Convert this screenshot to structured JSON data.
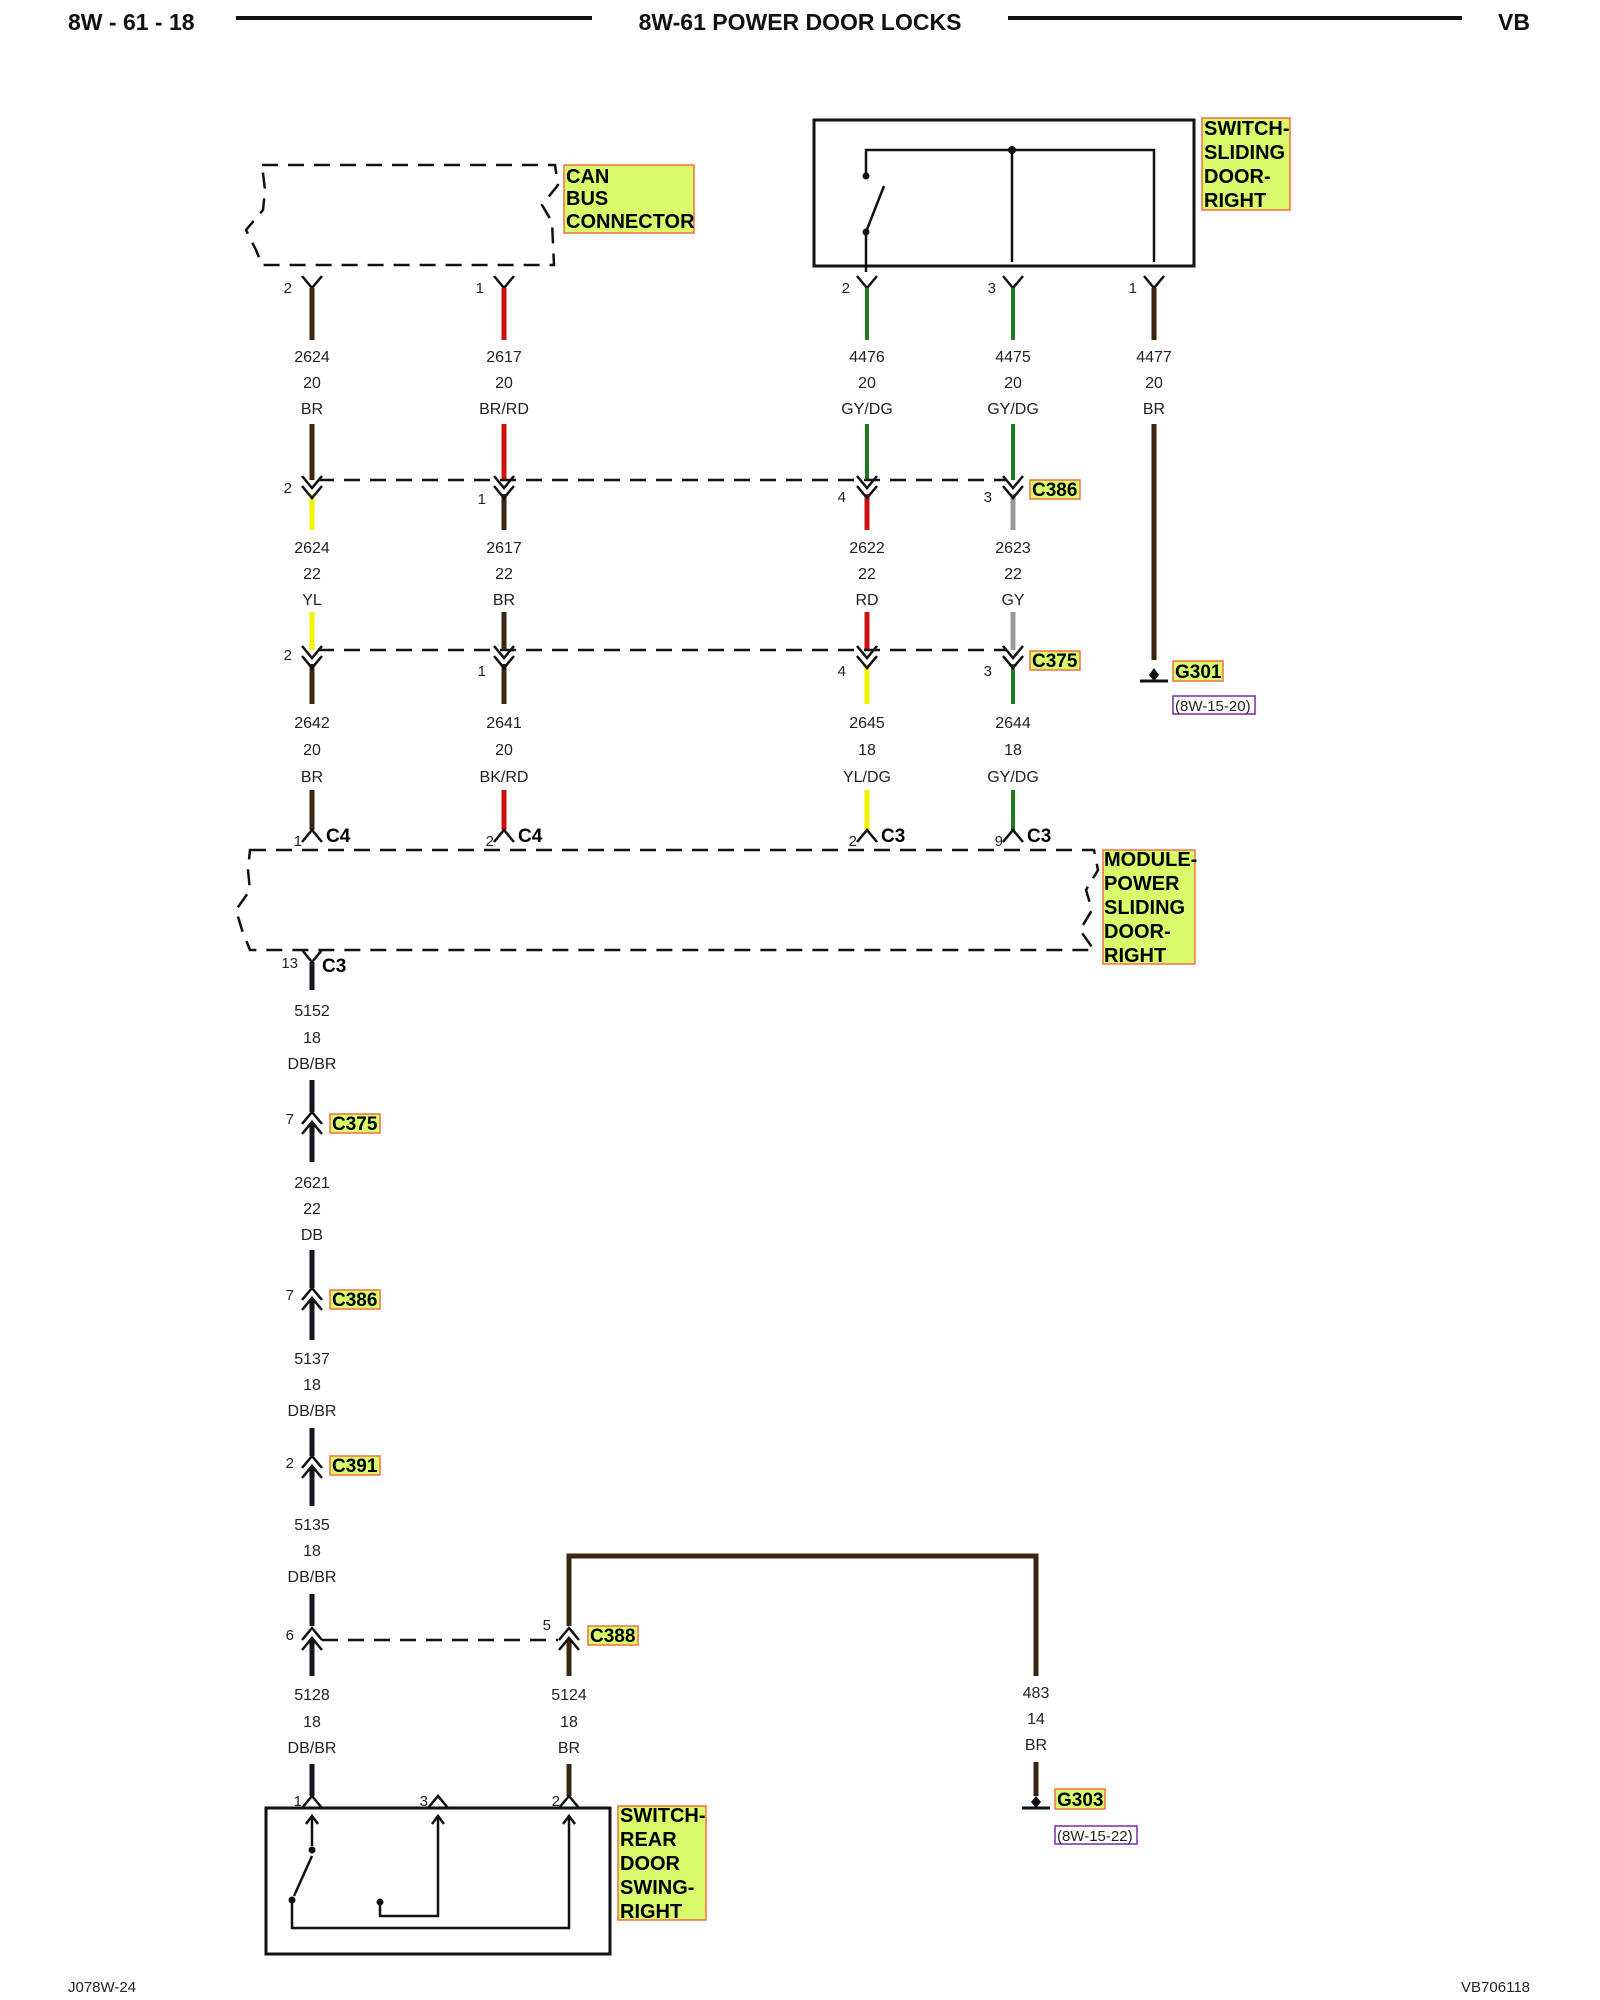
{
  "header": {
    "page": "8W - 61 - 18",
    "title": "8W-61 POWER DOOR LOCKS",
    "model": "VB"
  },
  "footer": {
    "left": "J078W-24",
    "right": "VB706118"
  },
  "components": {
    "can_bus": [
      "CAN",
      "BUS",
      "CONNECTOR"
    ],
    "switch_sliding": [
      "SWITCH-",
      "SLIDING",
      "DOOR-",
      "RIGHT"
    ],
    "module": [
      "MODULE-",
      "POWER",
      "SLIDING",
      "DOOR-",
      "RIGHT"
    ],
    "switch_rear": [
      "SWITCH-",
      "REAR",
      "DOOR",
      "SWING-",
      "RIGHT"
    ]
  },
  "connectors": {
    "c386": "C386",
    "c375": "C375",
    "c391": "C391",
    "c388": "C388",
    "c4": "C4",
    "c3": "C3"
  },
  "grounds": {
    "g301": "G301",
    "g301_ref": "(8W-15-20)",
    "g303": "G303",
    "g303_ref": "(8W-15-22)"
  },
  "pins": {
    "a1": "2",
    "a2": "1",
    "a3": "2",
    "a4": "3",
    "a5": "1",
    "b1": "2",
    "b2": "1",
    "b3": "4",
    "b4": "3",
    "c1": "2",
    "c2": "1",
    "c3": "4",
    "c4": "3",
    "d1": "1",
    "d2": "2",
    "d3": "2",
    "d4": "9",
    "e1": "13",
    "f1": "7",
    "g1": "7",
    "h1": "2",
    "i1": "6",
    "i2": "5",
    "j1": "1",
    "j2": "3",
    "j3": "2"
  },
  "wires": {
    "w2624br": {
      "circuit": "2624",
      "gauge": "20",
      "color": "BR"
    },
    "w2617brrd": {
      "circuit": "2617",
      "gauge": "20",
      "color": "BR/RD"
    },
    "w4476": {
      "circuit": "4476",
      "gauge": "20",
      "color": "GY/DG"
    },
    "w4475": {
      "circuit": "4475",
      "gauge": "20",
      "color": "GY/DG"
    },
    "w4477": {
      "circuit": "4477",
      "gauge": "20",
      "color": "BR"
    },
    "w2624yl": {
      "circuit": "2624",
      "gauge": "22",
      "color": "YL"
    },
    "w2617br": {
      "circuit": "2617",
      "gauge": "22",
      "color": "BR"
    },
    "w2622": {
      "circuit": "2622",
      "gauge": "22",
      "color": "RD"
    },
    "w2623": {
      "circuit": "2623",
      "gauge": "22",
      "color": "GY"
    },
    "w2642": {
      "circuit": "2642",
      "gauge": "20",
      "color": "BR"
    },
    "w2641": {
      "circuit": "2641",
      "gauge": "20",
      "color": "BK/RD"
    },
    "w2645": {
      "circuit": "2645",
      "gauge": "18",
      "color": "YL/DG"
    },
    "w2644": {
      "circuit": "2644",
      "gauge": "18",
      "color": "GY/DG"
    },
    "w5152": {
      "circuit": "5152",
      "gauge": "18",
      "color": "DB/BR"
    },
    "w2621": {
      "circuit": "2621",
      "gauge": "22",
      "color": "DB"
    },
    "w5137": {
      "circuit": "5137",
      "gauge": "18",
      "color": "DB/BR"
    },
    "w5135": {
      "circuit": "5135",
      "gauge": "18",
      "color": "DB/BR"
    },
    "w5128": {
      "circuit": "5128",
      "gauge": "18",
      "color": "DB/BR"
    },
    "w5124": {
      "circuit": "5124",
      "gauge": "18",
      "color": "BR"
    },
    "w483": {
      "circuit": "483",
      "gauge": "14",
      "color": "BR"
    }
  },
  "colors": {
    "brown": "#3a2412",
    "red": "#cc1111",
    "green": "#1e7a1e",
    "yellow": "#f3f300",
    "gray": "#9a9a9a",
    "darkblue": "#14141e",
    "highlight": "#d9fb6b",
    "highlight_border": "#f07040"
  }
}
